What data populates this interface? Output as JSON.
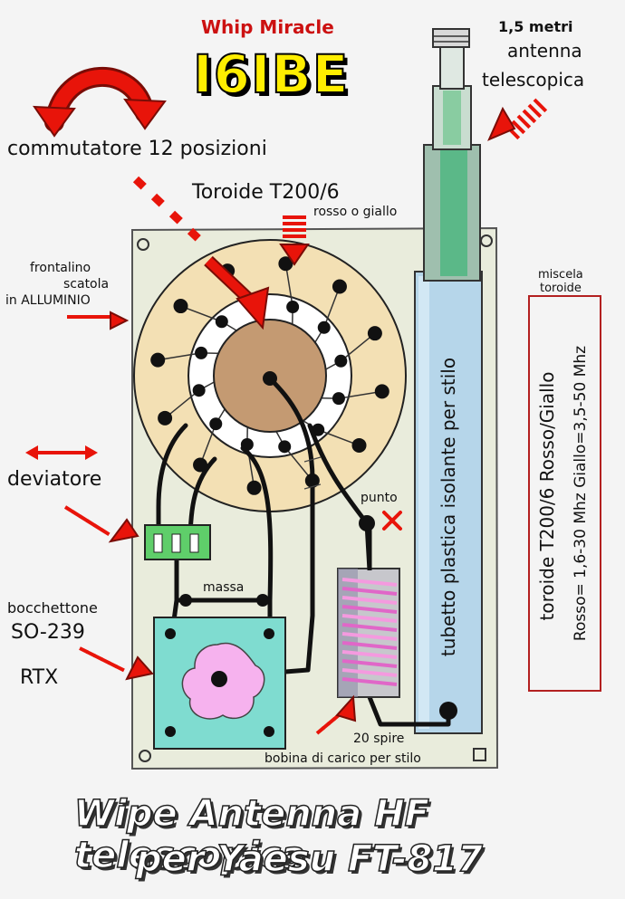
{
  "header": {
    "subtitle": "Whip Miracle",
    "callsign": "I6IBE"
  },
  "labels": {
    "antenna_length": "1,5 metri",
    "antenna_name_1": "antenna",
    "antenna_name_2": "telescopica",
    "switch": "commutatore 12 posizioni",
    "toroid": "Toroide T200/6",
    "toroid_color": "rosso o giallo",
    "panel_1": "frontalino",
    "panel_2": "scatola",
    "panel_3": "in ALLUMINIO",
    "mix_1": "miscela",
    "mix_2": "toroide",
    "deviator": "deviatore",
    "punto": "punto",
    "massa": "massa",
    "connector_1": "bocchettone",
    "connector_2": "SO-239",
    "rtx": "RTX",
    "coil_turns": "20 spire",
    "coil_desc": "bobina di carico per stilo",
    "tube": "tubetto plastica  isolante per stilo",
    "mix_line1": "toroide T200/6 Rosso/Giallo",
    "mix_line2": "Rosso= 1,6-30 Mhz    Giallo=3,5-50 Mhz",
    "footer_1": "Wipe Antenna HF telescopica",
    "footer_2": "per Yaesu  FT-817"
  },
  "colors": {
    "arrow_red": "#e8140a",
    "title_yellow": "#ffee00",
    "subtitle_red": "#cc1111",
    "panel": "#e9ecdc",
    "switch_disc": "#f3e0b4",
    "toroid_core": "#c49a72",
    "connector_plate": "#7fdcd0",
    "connector_center": "#f6b2ee",
    "deviator_green": "#5fce6a",
    "tube_blue": "#b6d6ea",
    "antenna_green": "#7ec79a"
  }
}
